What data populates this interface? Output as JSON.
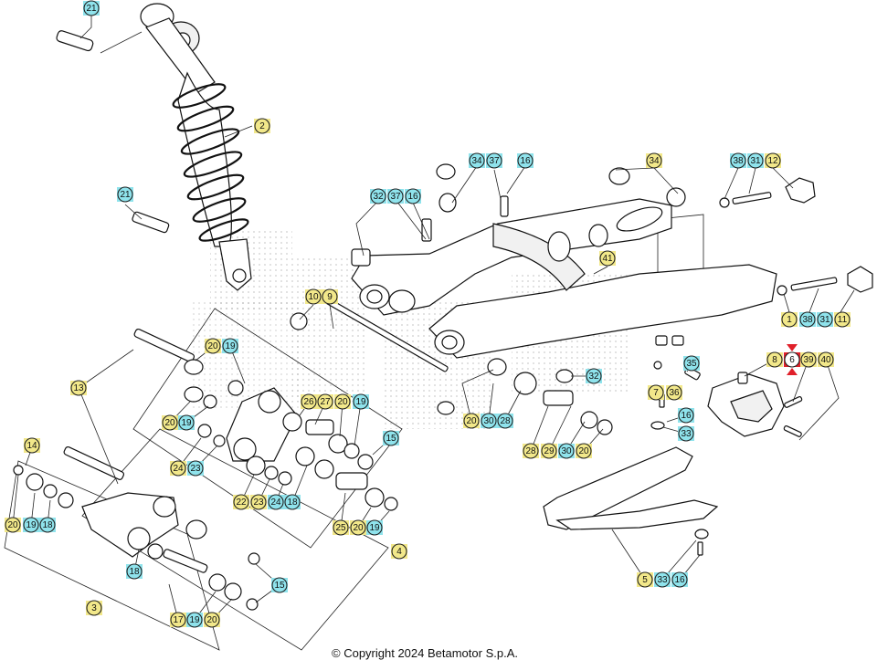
{
  "copyright": "© Copyright 2024 Betamotor S.p.A.",
  "callout_style": {
    "yellow": "#f2e88a",
    "cyan": "#8fe3ec",
    "red": "#e0202a"
  },
  "callouts": [
    {
      "id": "c21a",
      "label": "21",
      "tone": "cyan"
    },
    {
      "id": "c2",
      "label": "2",
      "tone": "yellow"
    },
    {
      "id": "c21b",
      "label": "21",
      "tone": "cyan"
    },
    {
      "id": "c32a",
      "label": "32",
      "tone": "cyan"
    },
    {
      "id": "c37a",
      "label": "37",
      "tone": "cyan"
    },
    {
      "id": "c16a",
      "label": "16",
      "tone": "cyan"
    },
    {
      "id": "c34a",
      "label": "34",
      "tone": "cyan"
    },
    {
      "id": "c37b",
      "label": "37",
      "tone": "cyan"
    },
    {
      "id": "c16b",
      "label": "16",
      "tone": "cyan"
    },
    {
      "id": "c34b",
      "label": "34",
      "tone": "yellow"
    },
    {
      "id": "c38a",
      "label": "38",
      "tone": "cyan"
    },
    {
      "id": "c31a",
      "label": "31",
      "tone": "cyan"
    },
    {
      "id": "c12",
      "label": "12",
      "tone": "yellow"
    },
    {
      "id": "c41",
      "label": "41",
      "tone": "yellow"
    },
    {
      "id": "c10",
      "label": "10",
      "tone": "yellow"
    },
    {
      "id": "c9",
      "label": "9",
      "tone": "yellow"
    },
    {
      "id": "c1",
      "label": "1",
      "tone": "yellow"
    },
    {
      "id": "c38b",
      "label": "38",
      "tone": "cyan"
    },
    {
      "id": "c31b",
      "label": "31",
      "tone": "cyan"
    },
    {
      "id": "c11",
      "label": "11",
      "tone": "yellow"
    },
    {
      "id": "c20a",
      "label": "20",
      "tone": "yellow"
    },
    {
      "id": "c19a",
      "label": "19",
      "tone": "cyan"
    },
    {
      "id": "c13",
      "label": "13",
      "tone": "yellow"
    },
    {
      "id": "c35",
      "label": "35",
      "tone": "cyan"
    },
    {
      "id": "c32b",
      "label": "32",
      "tone": "cyan"
    },
    {
      "id": "c8",
      "label": "8",
      "tone": "yellow"
    },
    {
      "id": "c6",
      "label": "6",
      "tone": "red"
    },
    {
      "id": "c39",
      "label": "39",
      "tone": "yellow"
    },
    {
      "id": "c40",
      "label": "40",
      "tone": "yellow"
    },
    {
      "id": "c26",
      "label": "26",
      "tone": "yellow"
    },
    {
      "id": "c27",
      "label": "27",
      "tone": "yellow"
    },
    {
      "id": "c20b",
      "label": "20",
      "tone": "yellow"
    },
    {
      "id": "c19b",
      "label": "19",
      "tone": "cyan"
    },
    {
      "id": "c7",
      "label": "7",
      "tone": "yellow"
    },
    {
      "id": "c36",
      "label": "36",
      "tone": "yellow"
    },
    {
      "id": "c20c",
      "label": "20",
      "tone": "yellow"
    },
    {
      "id": "c19c",
      "label": "19",
      "tone": "cyan"
    },
    {
      "id": "c20d",
      "label": "20",
      "tone": "yellow"
    },
    {
      "id": "c30a",
      "label": "30",
      "tone": "cyan"
    },
    {
      "id": "c28a",
      "label": "28",
      "tone": "cyan"
    },
    {
      "id": "c16c",
      "label": "16",
      "tone": "cyan"
    },
    {
      "id": "c33a",
      "label": "33",
      "tone": "cyan"
    },
    {
      "id": "c15a",
      "label": "15",
      "tone": "cyan"
    },
    {
      "id": "c14",
      "label": "14",
      "tone": "yellow"
    },
    {
      "id": "c28b",
      "label": "28",
      "tone": "yellow"
    },
    {
      "id": "c29",
      "label": "29",
      "tone": "yellow"
    },
    {
      "id": "c30b",
      "label": "30",
      "tone": "cyan"
    },
    {
      "id": "c20e",
      "label": "20",
      "tone": "yellow"
    },
    {
      "id": "c24a",
      "label": "24",
      "tone": "yellow"
    },
    {
      "id": "c23a",
      "label": "23",
      "tone": "cyan"
    },
    {
      "id": "c22",
      "label": "22",
      "tone": "yellow"
    },
    {
      "id": "c23b",
      "label": "23",
      "tone": "yellow"
    },
    {
      "id": "c24b",
      "label": "24",
      "tone": "cyan"
    },
    {
      "id": "c18a",
      "label": "18",
      "tone": "cyan"
    },
    {
      "id": "c20f",
      "label": "20",
      "tone": "yellow"
    },
    {
      "id": "c19d",
      "label": "19",
      "tone": "cyan"
    },
    {
      "id": "c18b",
      "label": "18",
      "tone": "cyan"
    },
    {
      "id": "c25",
      "label": "25",
      "tone": "yellow"
    },
    {
      "id": "c20g",
      "label": "20",
      "tone": "yellow"
    },
    {
      "id": "c19e",
      "label": "19",
      "tone": "cyan"
    },
    {
      "id": "c4",
      "label": "4",
      "tone": "yellow"
    },
    {
      "id": "c18c",
      "label": "18",
      "tone": "cyan"
    },
    {
      "id": "c15b",
      "label": "15",
      "tone": "cyan"
    },
    {
      "id": "c5",
      "label": "5",
      "tone": "yellow"
    },
    {
      "id": "c33b",
      "label": "33",
      "tone": "cyan"
    },
    {
      "id": "c16d",
      "label": "16",
      "tone": "cyan"
    },
    {
      "id": "c3",
      "label": "3",
      "tone": "yellow"
    },
    {
      "id": "c17",
      "label": "17",
      "tone": "yellow"
    },
    {
      "id": "c19f",
      "label": "19",
      "tone": "cyan"
    },
    {
      "id": "c20h",
      "label": "20",
      "tone": "yellow"
    }
  ]
}
